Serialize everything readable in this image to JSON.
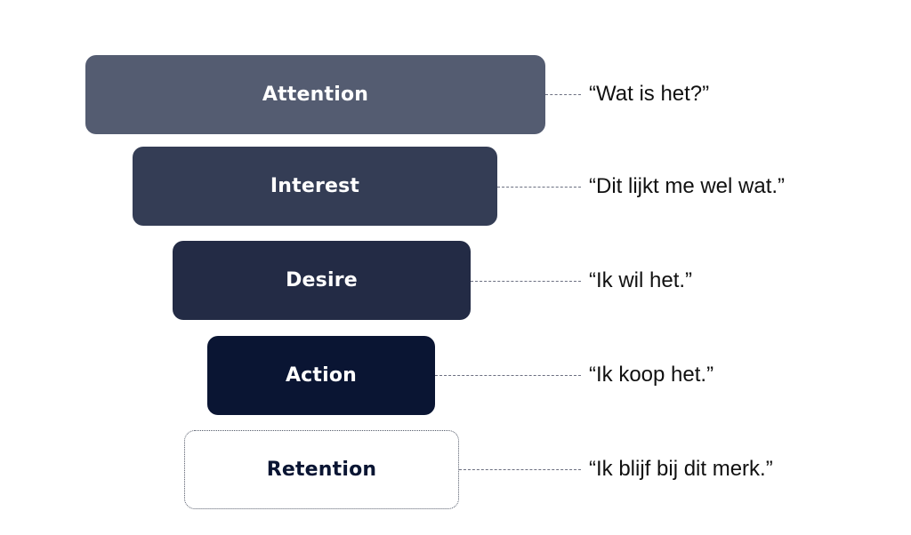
{
  "funnel": {
    "stages": [
      {
        "label": "Attention",
        "quote": "“Wat is het?”",
        "color": "#545c71"
      },
      {
        "label": "Interest",
        "quote": "“Dit lijkt me wel wat.”",
        "color": "#343d55"
      },
      {
        "label": "Desire",
        "quote": "“Ik wil het.”",
        "color": "#232b45"
      },
      {
        "label": "Action",
        "quote": "“Ik koop het.”",
        "color": "#0a1533"
      },
      {
        "label": "Retention",
        "quote": "“Ik blijf bij dit merk.”",
        "color": "#ffffff"
      }
    ]
  }
}
